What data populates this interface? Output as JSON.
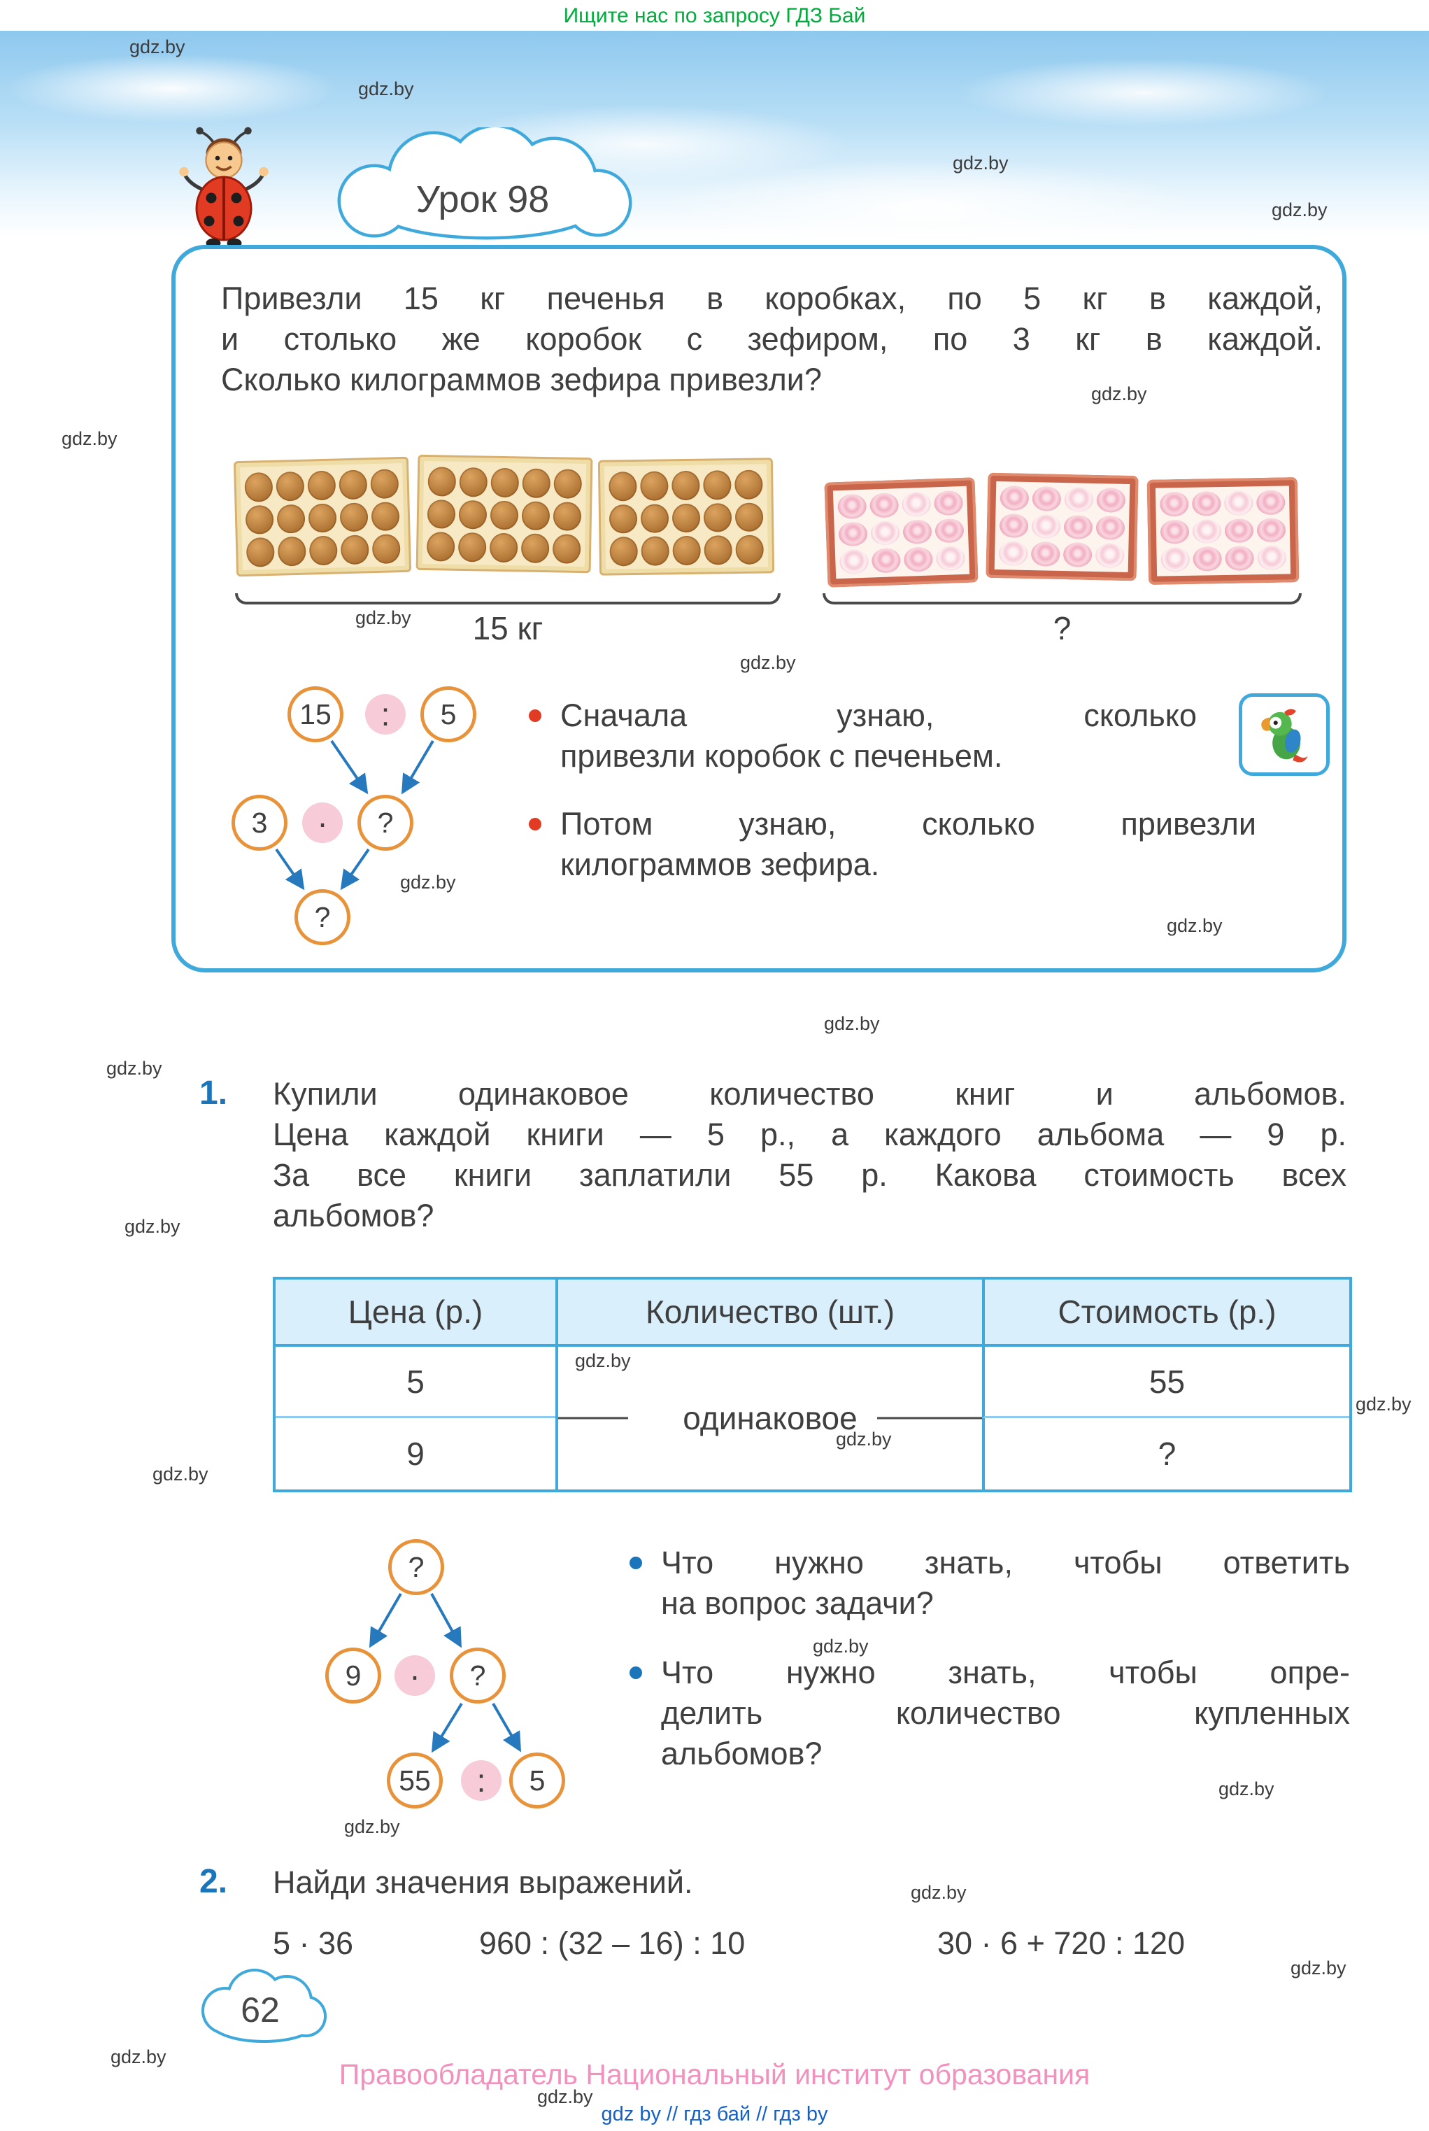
{
  "page": {
    "top_banner": "Ищите нас по запросу ГДЗ Бай",
    "watermark": "gdz.by",
    "lesson_title": "Урок 98",
    "page_number": "62",
    "footer": "Правообладатель Национальный институт образования",
    "bottom_links": "gdz by  //  гдз бай  //  гдз by"
  },
  "colors": {
    "accent_blue": "#3FA9DC",
    "number_blue": "#1B75BB",
    "circle_orange": "#E8923A",
    "op_pink": "#F7CBD8",
    "bullet_red": "#E23B24",
    "banner_green": "#00AD3C",
    "footer_pink": "#F291BD"
  },
  "intro_problem": {
    "lines": [
      "Привезли 15 кг печенья в коробках, по 5 кг в каждой,",
      "и столько же коробок с зефиром, по 3 кг в каждой.",
      "Сколько килограммов зефира привезли?"
    ],
    "cookie_caption": "15 кг",
    "zefir_caption": "?",
    "diagram": {
      "top": [
        "15",
        ":",
        "5"
      ],
      "middle": [
        "3",
        "·",
        "?"
      ],
      "bottom": "?"
    },
    "bullets": [
      {
        "lines": [
          "Сначала узнаю, сколько",
          "привезли коробок с печеньем."
        ]
      },
      {
        "lines": [
          "Потом узнаю, сколько привезли",
          "килограммов зефира."
        ]
      }
    ]
  },
  "problem1": {
    "number": "1.",
    "lines": [
      "Купили одинаковое количество книг и альбомов.",
      "Цена каждой книги — 5 р., а каждого альбома — 9 р.",
      "За все книги заплатили 55 р. Какова стоимость всех",
      "альбомов?"
    ],
    "table": {
      "headers": [
        "Цена (р.)",
        "Количество (шт.)",
        "Стоимость (р.)"
      ],
      "col1": [
        "5",
        "9"
      ],
      "col2_merged": "одинаковое",
      "col3": [
        "55",
        "?"
      ]
    },
    "diagram": {
      "top": "?",
      "middle": [
        "9",
        "·",
        "?"
      ],
      "bottom": [
        "55",
        ":",
        "5"
      ]
    },
    "bullets": [
      {
        "lines": [
          "Что нужно знать, чтобы ответить",
          "на вопрос задачи?"
        ]
      },
      {
        "lines": [
          "Что нужно знать, чтобы опре-",
          "делить количество купленных",
          "альбомов?"
        ]
      }
    ]
  },
  "problem2": {
    "number": "2.",
    "title": "Найди значения выражений.",
    "expressions": [
      "5 · 36",
      "960 : (32 – 16) : 10",
      "30 · 6 + 720 : 120"
    ]
  }
}
